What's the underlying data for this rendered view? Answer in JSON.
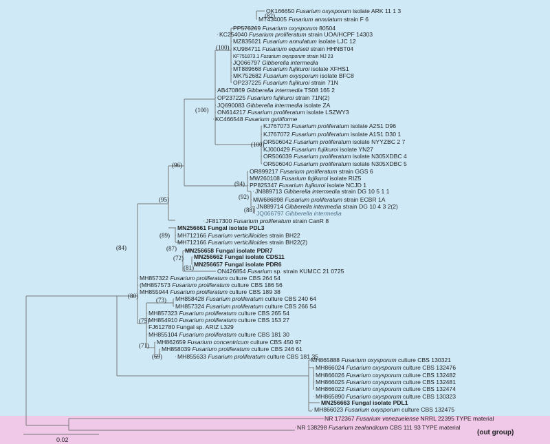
{
  "background_colors": {
    "ingroup": "#cfe9f6",
    "outgroup": "#f0c9e9",
    "line": "#777777",
    "text": "#222222"
  },
  "leaves": [
    {
      "acc": "OK166650",
      "sp": "Fusarium oxysporum",
      "rest": "isolate ARK 11 1 3"
    },
    {
      "acc": "MT434005",
      "sp": "Fusarium annulatum",
      "rest": "strain F 6"
    },
    {
      "acc": "PP576269",
      "sp": "Fusarium oxysporum",
      "rest": "80504"
    },
    {
      "acc": "KC254040",
      "sp": "Fusarium proliferatum",
      "rest": "strain UOA/HCPF 14303"
    },
    {
      "acc": "MZ835621",
      "sp": "Fusarium annulatum",
      "rest": "isolate LJC 12"
    },
    {
      "acc": "KU984711",
      "sp": "Fusarium equiseti",
      "rest": "strain HHNBT04"
    },
    {
      "acc": "KF751873.1",
      "sp": "Fusarium oxysporum",
      "rest": "strain MJ 23",
      "small": true
    },
    {
      "acc": "JQ066797",
      "sp": "Gibberella intermedia",
      "rest": ""
    },
    {
      "acc": "MT889668",
      "sp": "Fusarium fujikuroi",
      "rest": "isolate XFHS1"
    },
    {
      "acc": "MK752682",
      "sp": "Fusarium oxysporum",
      "rest": "isolate BFC8"
    },
    {
      "acc": "OP237225",
      "sp": "Fusarium fujikuroi",
      "rest": "strain 71N"
    },
    {
      "acc": "AB470869",
      "sp": "Gibberella intermedia",
      "rest": "TS08 165 2"
    },
    {
      "acc": "OP237225",
      "sp": "Fusarium fujikuroi",
      "rest": "strain 71N(2)"
    },
    {
      "acc": "JQ690083",
      "sp": "Gibberella intermedia",
      "rest": "isolate ZA"
    },
    {
      "acc": "ON614217",
      "sp": "Fusarium proliferatum",
      "rest": "isolate LSZWY3"
    },
    {
      "acc": "KC466548",
      "sp": "Fusarium guttiforme",
      "rest": ""
    },
    {
      "acc": "KJ767073",
      "sp": "Fusarium proliferatum",
      "rest": "isolate A2S1 D96"
    },
    {
      "acc": "KJ767072",
      "sp": "Fusarium proliferatum",
      "rest": "isolate A1S1 D30 1"
    },
    {
      "acc": "OR506042",
      "sp": "Fusarium proliferatum",
      "rest": "isolate NYYZBC 2 7"
    },
    {
      "acc": "KJ000429",
      "sp": "Fusarium fujikuroi",
      "rest": "isolate YN27"
    },
    {
      "acc": "OR506039",
      "sp": "Fusarium proliferatum",
      "rest": "isolate N305XDBC 4"
    },
    {
      "acc": "OR506040",
      "sp": "Fusarium proliferatum",
      "rest": "isolate N305XDBC 5"
    },
    {
      "acc": "OR899217",
      "sp": "Fusarium proliferatum",
      "rest": "strain GGS 6"
    },
    {
      "acc": "MW260108",
      "sp": "Fusarium fujikuroi",
      "rest": "isolate RIZ5"
    },
    {
      "acc": "PP825347",
      "sp": "Fusarium fujikuroi",
      "rest": "isolate NCJD 1"
    },
    {
      "acc": "JN889713",
      "sp": "Gibberella intermedia",
      "rest": "strain DG 10 5 1 1"
    },
    {
      "acc": "MW686898",
      "sp": "Fusarium proliferatum",
      "rest": "strain ECBR 1A"
    },
    {
      "acc": "JN889714",
      "sp": "Gibberella intermedia",
      "rest": "strain DG 10 4 3 2(2)"
    },
    {
      "acc": "JQ066797",
      "sp": "Gibberella intermedia",
      "rest": "",
      "grey": true
    },
    {
      "acc": "JF817300",
      "sp": "Fusarium proliferatum",
      "rest": "strain CanR 8"
    },
    {
      "acc": "MN256661",
      "sp": "Fungal isolate PDL3",
      "rest": "",
      "bold": true
    },
    {
      "acc": "MH712166",
      "sp": "Fusarium verticillioides",
      "rest": "strain BH22"
    },
    {
      "acc": "MH712166",
      "sp": "Fusarium verticillioides",
      "rest": "strain BH22(2)"
    },
    {
      "acc": "MN256658",
      "sp": "Fungal isolate PDR7",
      "rest": "",
      "bold": true
    },
    {
      "acc": "MN256662",
      "sp": "Fungal isolate CDS11",
      "rest": "",
      "bold": true
    },
    {
      "acc": "MN256657",
      "sp": "Fungal isolate PDR6",
      "rest": "",
      "bold": true
    },
    {
      "acc": "ON426854",
      "sp": "Fusarium",
      "rest": "sp. strain KUMCC 21 0725"
    },
    {
      "acc": "MH857322",
      "sp": "Fusarium proliferatum",
      "rest": "culture CBS 264 54"
    },
    {
      "acc": "(MH857573",
      "sp": "Fusarium proliferatum",
      "rest": "culture CBS 186 56"
    },
    {
      "acc": "MH855944",
      "sp": "Fusarium proliferatum",
      "rest": "culture CBS 189 38"
    },
    {
      "acc": "MH858428",
      "sp": "Fusarium proliferatum",
      "rest": "culture CBS 240 64"
    },
    {
      "acc": "MH857324",
      "sp": "Fusarium proliferatum",
      "rest": "culture CBS 266 54"
    },
    {
      "acc": "MH857323",
      "sp": "Fusarium proliferatum",
      "rest": "culture CBS 265 54"
    },
    {
      "acc": "MH854910",
      "sp": "Fusarium proliferatum",
      "rest": "culture CBS 153 27"
    },
    {
      "acc": "FJ612780",
      "sp": "Fungal sp. ARIZ L329",
      "rest": "",
      "plain": true
    },
    {
      "acc": "MH855104",
      "sp": "Fusarium proliferatum",
      "rest": "culture CBS 181 30"
    },
    {
      "acc": "MH862659",
      "sp": "Fusarium concentricum",
      "rest": "culture CBS 450 97"
    },
    {
      "acc": "MH858039",
      "sp": "Fusarium proliferatum",
      "rest": "culture CBS 246 61"
    },
    {
      "acc": "MH855633",
      "sp": "Fusarium proliferatum",
      "rest": "culture CBS 181 35"
    },
    {
      "acc": "MH865888",
      "sp": "Fusarium oxysporum",
      "rest": "culture CBS 130321"
    },
    {
      "acc": "MH866024",
      "sp": "Fusarium oxysporum",
      "rest": "culture CBS 132476"
    },
    {
      "acc": "MH866026",
      "sp": "Fusarium oxysporum",
      "rest": "culture CBS 132482"
    },
    {
      "acc": "MH866025",
      "sp": "Fusarium oxysporum",
      "rest": "culture CBS 132481"
    },
    {
      "acc": "MH866022",
      "sp": "Fusarium oxysporum",
      "rest": "culture CBS 132474"
    },
    {
      "acc": "MH865890",
      "sp": "Fusarium oxysporum",
      "rest": "culture CBS 130323"
    },
    {
      "acc": "MN256663",
      "sp": "Fungal isolate PDL1",
      "rest": "",
      "bold": true
    },
    {
      "acc": "MH866023",
      "sp": "Fusarium oxysporum",
      "rest": "culture CBS 132475"
    },
    {
      "acc": "NR 172367",
      "sp": "Fusarium venezuelense",
      "rest": "NRRL 22395 TYPE material"
    },
    {
      "acc": "NR 138298",
      "sp": "Fusarium zealandicum",
      "rest": "CBS 111 93 TYPE material"
    }
  ],
  "bootstrap": [
    "(82)",
    "(100)",
    "(100)",
    "(100)",
    "(96)",
    "(94)",
    "(92)",
    "(88)",
    "(95)",
    "(89)",
    "(87)",
    "(72)",
    "(81)",
    "(84)",
    "(80)",
    "(73)",
    "(75)",
    "(71)",
    "(69)"
  ],
  "outgroup_label": "(out group)",
  "scale_bar": "0.02"
}
